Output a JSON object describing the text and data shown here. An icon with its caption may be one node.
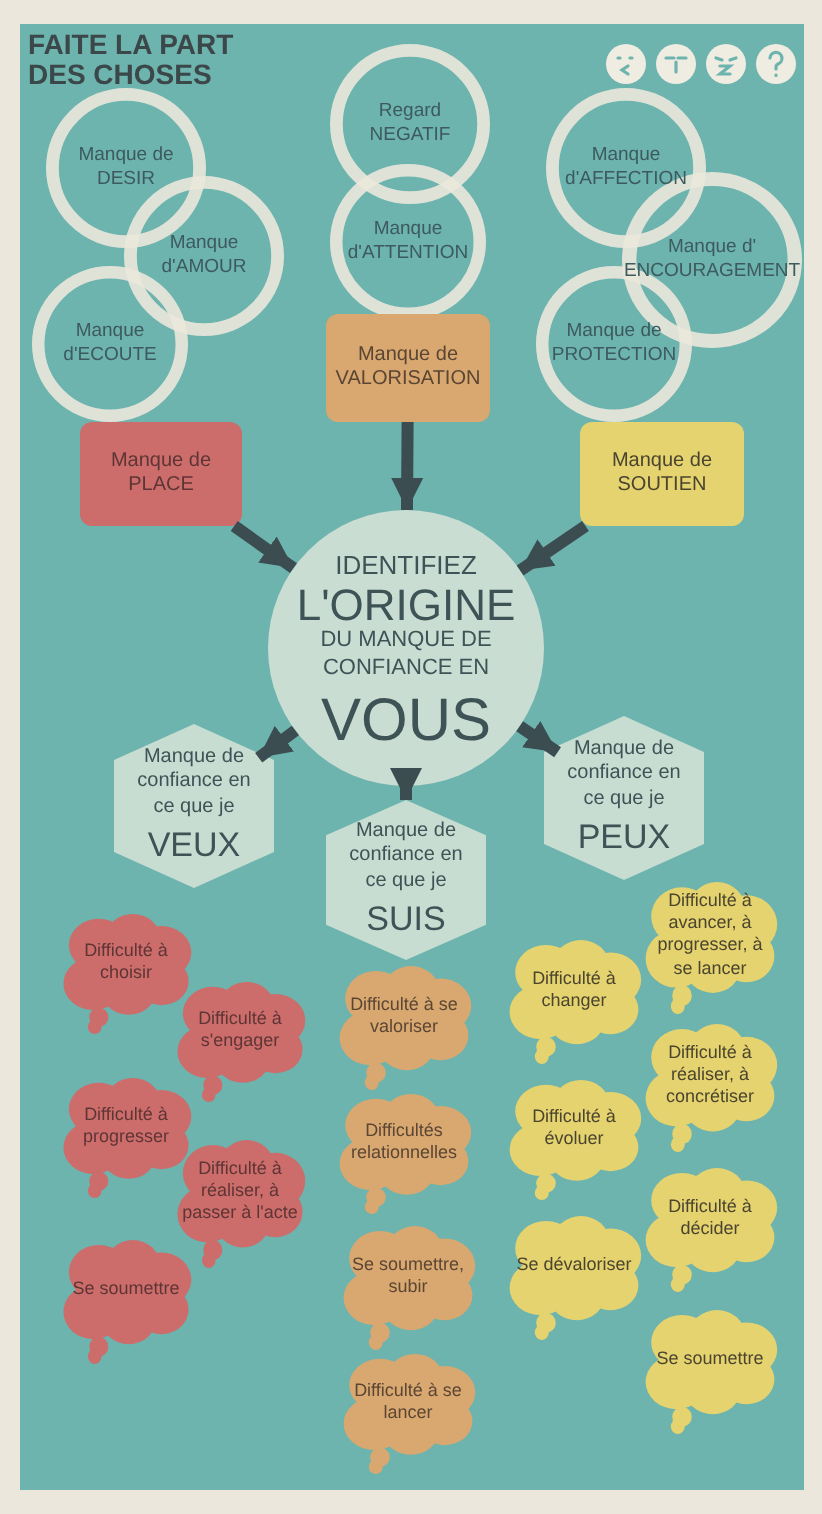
{
  "diagram": {
    "title": "FAITE LA PART DES CHOSES",
    "nodes": [
      {
        "text": [
          "Manque de DESIR"
        ]
      },
      {
        "text": [
          "Regard NEGATIF"
        ]
      },
      {
        "text": [
          "Manque d'AFFECTION"
        ]
      },
      {
        "text": [
          "Manque d'AMOUR"
        ]
      },
      {
        "text": [
          "Manque d'ATTENTION"
        ]
      },
      {
        "text": [
          "Manque d' ENCOURAGEMENT"
        ]
      },
      {
        "text": [
          "Manque d'ECOUTE"
        ]
      },
      {
        "text": [
          "Manque de PROTECTION"
        ]
      },
      {
        "text": [
          "Manque de VALORISATION"
        ]
      },
      {
        "text": [
          "Manque de PLACE"
        ]
      },
      {
        "text": [
          "Manque de SOUTIEN"
        ]
      },
      {
        "text": [
          "IDENTIFIEZ",
          "L'ORIGINE",
          "DU MANQUE DE CONFIANCE EN",
          "VOUS"
        ]
      },
      {
        "text": [
          "Manque de confiance en ce que je",
          "VEUX"
        ]
      },
      {
        "text": [
          "Manque de confiance en ce que je",
          "SUIS"
        ]
      },
      {
        "text": [
          "Manque de confiance en ce que je",
          "PEUX"
        ]
      },
      {
        "text": [
          "Difficulté à choisir"
        ]
      },
      {
        "text": [
          "Difficulté à s'engager"
        ]
      },
      {
        "text": [
          "Difficulté à progresser"
        ]
      },
      {
        "text": [
          "Difficulté à réaliser, à passer à l'acte"
        ]
      },
      {
        "text": [
          "Se soumettre"
        ]
      },
      {
        "text": [
          "Difficulté à se valoriser"
        ]
      },
      {
        "text": [
          "Difficultés relationnelles"
        ]
      },
      {
        "text": [
          "Se soumettre, subir"
        ]
      },
      {
        "text": [
          "Difficulté à se lancer"
        ]
      },
      {
        "text": [
          "Difficulté à changer"
        ]
      },
      {
        "text": [
          "Difficulté à évoluer"
        ]
      },
      {
        "text": [
          "Se dévaloriser"
        ]
      },
      {
        "text": [
          "Difficulté à avancer, à progresser, à se lancer"
        ]
      },
      {
        "text": [
          "Difficulté à réaliser, à concrétiser"
        ]
      },
      {
        "text": [
          "Difficulté à décider"
        ]
      },
      {
        "text": [
          "Se soumettre"
        ]
      }
    ],
    "edges": [
      {
        "from": 8,
        "to": 11,
        "arrow": "to"
      },
      {
        "from": 9,
        "to": 11,
        "arrow": "to"
      },
      {
        "from": 10,
        "to": 11,
        "arrow": "to"
      },
      {
        "from": 11,
        "to": 12,
        "arrow": "to"
      },
      {
        "from": 11,
        "to": 13,
        "arrow": "to"
      },
      {
        "from": 11,
        "to": 14,
        "arrow": "to"
      }
    ]
  }
}
